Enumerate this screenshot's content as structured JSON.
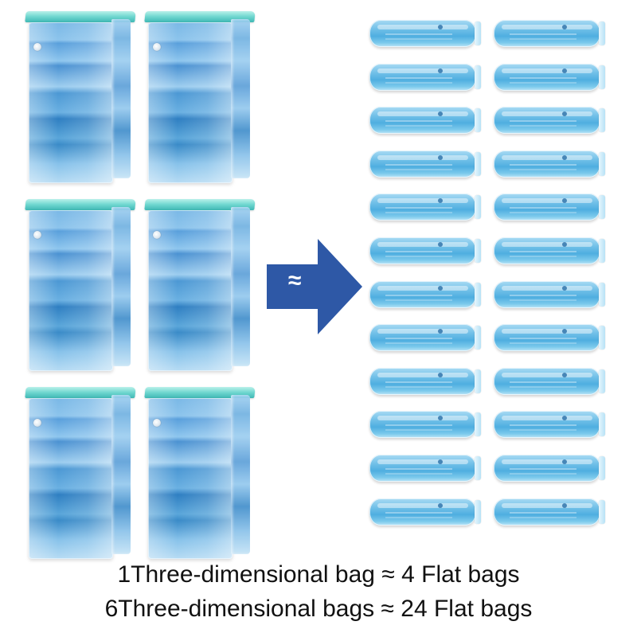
{
  "arrow": {
    "symbol": "≈",
    "color": "#2e58a6"
  },
  "three_dimensional_bags": {
    "count": 6,
    "color": "#5aa0dc"
  },
  "flat_bags": {
    "count": 24,
    "color": "#6fbfe8"
  },
  "caption": {
    "line1": "1Three-dimensional bag ≈ 4 Flat bags",
    "line2": "6Three-dimensional bags ≈ 24 Flat bags"
  }
}
